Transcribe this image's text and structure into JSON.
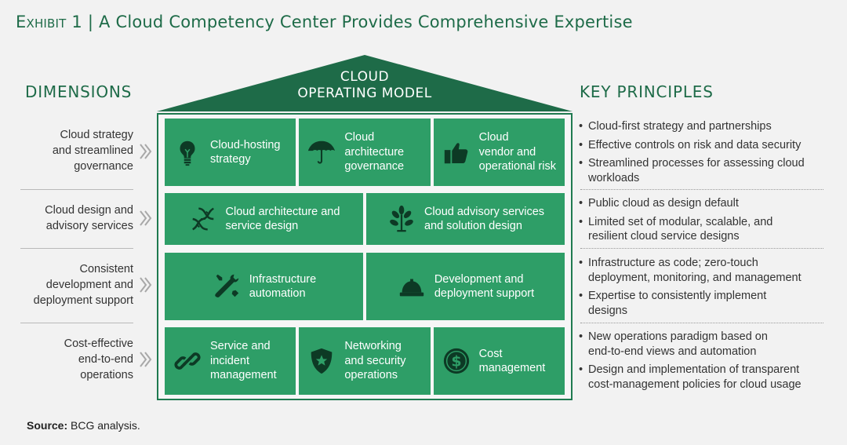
{
  "title": {
    "exhibit": "Exhibit 1",
    "separator": "|",
    "text": "A Cloud Competency Center Provides Comprehensive Expertise"
  },
  "headings": {
    "dimensions": "DIMENSIONS",
    "key_principles": "KEY PRINCIPLES"
  },
  "roof": {
    "line1": "CLOUD",
    "line2": "OPERATING MODEL"
  },
  "colors": {
    "dark_green": "#1e6b48",
    "cell_green": "#2e9e67",
    "icon_dark": "#0d3a25"
  },
  "dimensions": [
    {
      "label": "Cloud strategy\nand streamlined\ngovernance"
    },
    {
      "label": "Cloud design and\nadvisory services"
    },
    {
      "label": "Consistent\ndevelopment and\ndeployment support"
    },
    {
      "label": "Cost-effective\nend-to-end\noperations"
    }
  ],
  "house_rows": [
    [
      {
        "icon": "lightbulb-icon",
        "text": "Cloud-hosting\nstrategy"
      },
      {
        "icon": "umbrella-icon",
        "text": "Cloud\narchitecture\ngovernance"
      },
      {
        "icon": "thumbs-up-icon",
        "text": "Cloud\nvendor and\noperational risk"
      }
    ],
    [
      {
        "icon": "dna-icon",
        "text": "Cloud architecture and\nservice design"
      },
      {
        "icon": "plant-icon",
        "text": "Cloud advisory services\nand solution design"
      }
    ],
    [
      {
        "icon": "tools-icon",
        "text": "Infrastructure\nautomation"
      },
      {
        "icon": "hard-hat-icon",
        "text": "Development and\ndeployment support"
      }
    ],
    [
      {
        "icon": "chain-link-icon",
        "text": "Service and\nincident\nmanagement"
      },
      {
        "icon": "shield-star-icon",
        "text": "Networking\nand security\noperations"
      },
      {
        "icon": "dollar-coin-icon",
        "text": "Cost\nmanagement"
      }
    ]
  ],
  "principles": [
    [
      "Cloud-first strategy and partnerships",
      "Effective controls on risk and data security",
      "Streamlined processes for assessing cloud\nworkloads"
    ],
    [
      "Public cloud as design default",
      "Limited set of modular, scalable, and\nresilient cloud service designs"
    ],
    [
      "Infrastructure as code; zero-touch\ndeployment, monitoring, and management",
      "Expertise to consistently implement\ndesigns"
    ],
    [
      "New operations paradigm based on\nend-to-end views and automation",
      "Design and implementation of transparent\ncost-management policies for cloud usage"
    ]
  ],
  "source": {
    "label": "Source:",
    "text": "BCG analysis."
  }
}
